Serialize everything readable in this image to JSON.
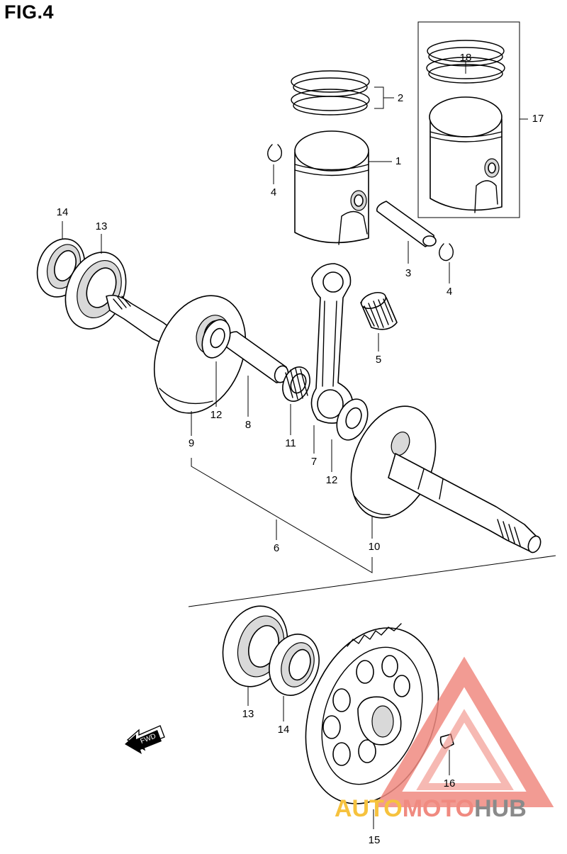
{
  "title": "FIG.4",
  "fwd_label": "FWD",
  "watermark": {
    "part1": "AUTO",
    "part2": "MOTO",
    "part3": "HUB",
    "color1": "#f6c23e",
    "color2": "#f08a80",
    "color3": "#8a8a8a"
  },
  "labels": {
    "l1": "1",
    "l2": "2",
    "l3": "3",
    "l4a": "4",
    "l4b": "4",
    "l5": "5",
    "l6": "6",
    "l7": "7",
    "l8": "8",
    "l9": "9",
    "l10": "10",
    "l11": "11",
    "l12a": "12",
    "l12b": "12",
    "l13a": "13",
    "l13b": "13",
    "l14a": "14",
    "l14b": "14",
    "l15": "15",
    "l16": "16",
    "l17": "17",
    "l18": "18"
  }
}
